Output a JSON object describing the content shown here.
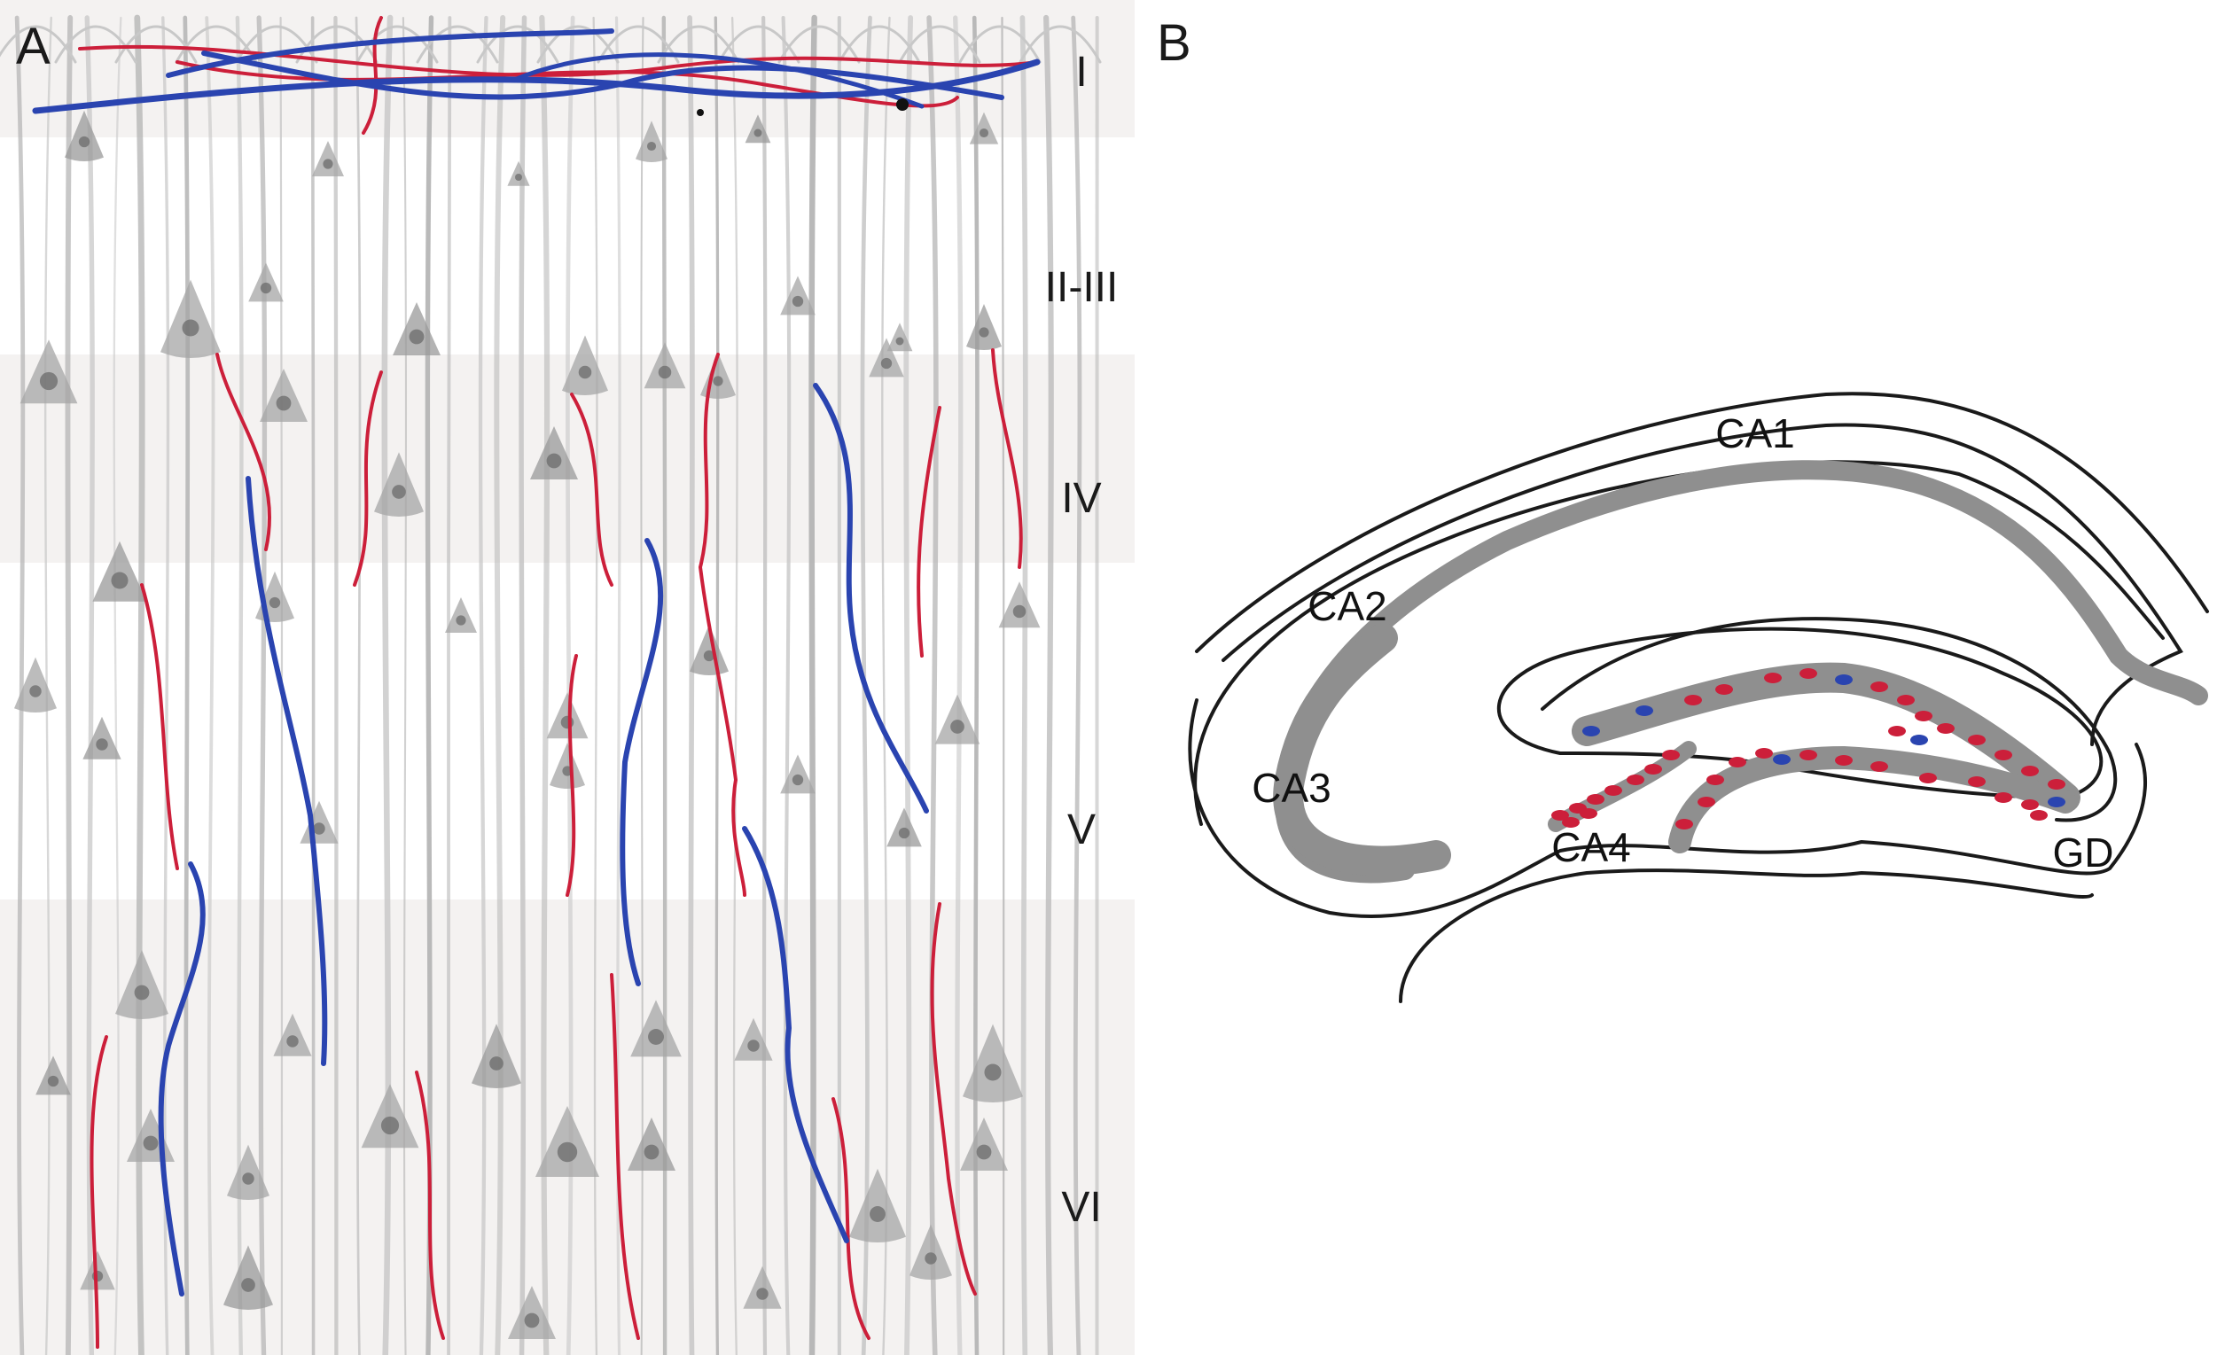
{
  "panels": {
    "a": {
      "letter": "A"
    },
    "b": {
      "letter": "B"
    }
  },
  "cortex": {
    "layers": [
      {
        "label": "I"
      },
      {
        "label": "II-III"
      },
      {
        "label": "IV"
      },
      {
        "label": "V"
      },
      {
        "label": "VI"
      }
    ]
  },
  "hippocampus": {
    "regions": {
      "ca1": "CA1",
      "ca2": "CA2",
      "ca3": "CA3",
      "ca4": "CA4",
      "gd": "GD"
    }
  },
  "colors": {
    "red_neuron": "#cc1f3a",
    "blue_neuron": "#2a44b0",
    "gray_neuron": "#a6a6a6",
    "band_shade": "#f4f2f1",
    "outline": "#1a1a1a"
  }
}
